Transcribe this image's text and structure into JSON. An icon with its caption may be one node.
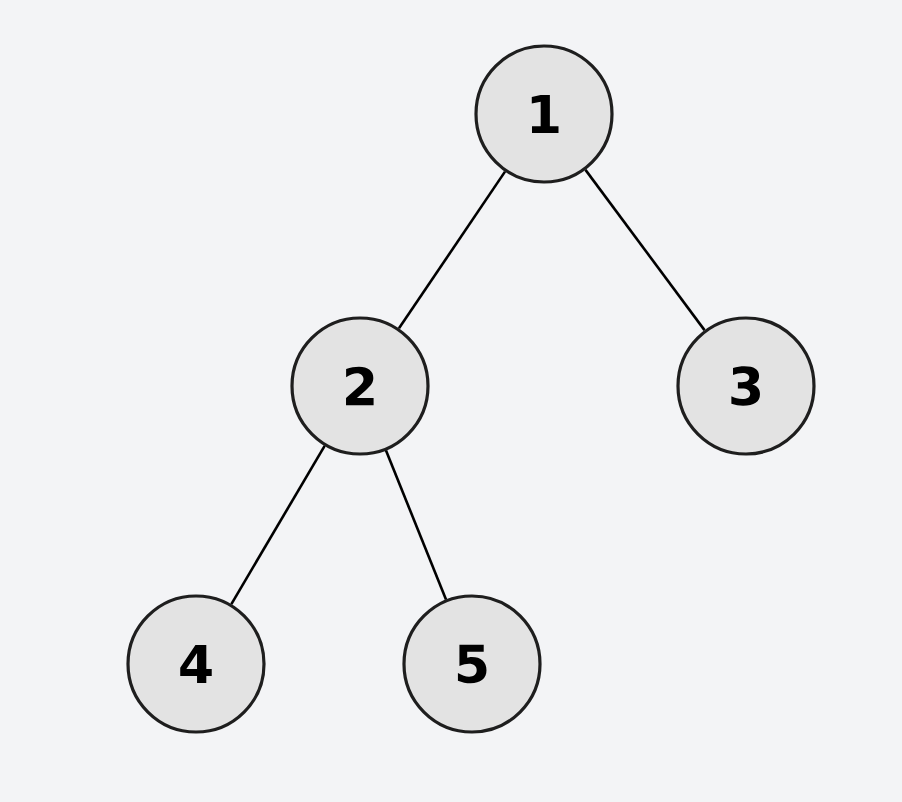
{
  "diagram": {
    "nodes": [
      {
        "text": [
          "1"
        ]
      },
      {
        "text": [
          "2"
        ]
      },
      {
        "text": [
          "3"
        ]
      },
      {
        "text": [
          "4"
        ]
      },
      {
        "text": [
          "5"
        ]
      }
    ],
    "edges": [
      {
        "from": 0,
        "to": 1,
        "arrow": "none"
      },
      {
        "from": 0,
        "to": 2,
        "arrow": "none"
      },
      {
        "from": 1,
        "to": 3,
        "arrow": "none"
      },
      {
        "from": 1,
        "to": 4,
        "arrow": "none"
      }
    ]
  }
}
